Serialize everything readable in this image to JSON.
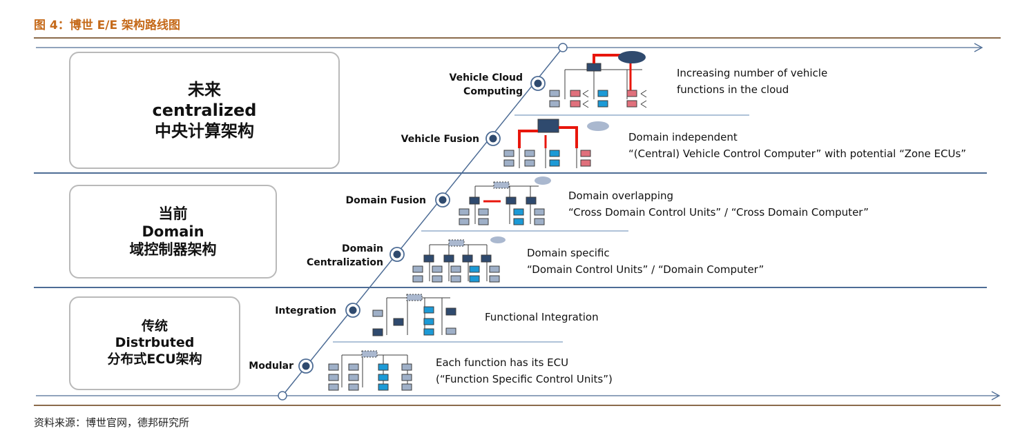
{
  "title": "图 4：博世 E/E 架构路线图",
  "source": "资料来源：博世官网，德邦研究所",
  "eras": [
    {
      "line1": "未来",
      "line2": "centralized",
      "line3": "中央计算架构"
    },
    {
      "line1": "当前",
      "line2": "Domain",
      "line3": "域控制器架构"
    },
    {
      "line1": "传统",
      "line2": "Distrbuted",
      "line3": "分布式ECU架构"
    }
  ],
  "stages": [
    {
      "label_lines": [
        "Vehicle Cloud",
        "Computing"
      ],
      "desc_lines": [
        "Increasing number of vehicle",
        "functions in the cloud"
      ]
    },
    {
      "label_lines": [
        "Vehicle Fusion"
      ],
      "desc_lines": [
        "Domain independent",
        "“(Central) Vehicle Control Computer” with potential “Zone ECUs”"
      ]
    },
    {
      "label_lines": [
        "Domain Fusion"
      ],
      "desc_lines": [
        "Domain overlapping",
        "“Cross Domain Control Units” / “Cross Domain Computer”"
      ]
    },
    {
      "label_lines": [
        "Domain",
        "Centralization"
      ],
      "desc_lines": [
        "Domain specific",
        "“Domain Control Units” / “Domain Computer”"
      ]
    },
    {
      "label_lines": [
        "Integration"
      ],
      "desc_lines": [
        "Functional Integration"
      ]
    },
    {
      "label_lines": [
        "Modular"
      ],
      "desc_lines": [
        "Each function has its ECU",
        "(“Function Specific Control Units”)"
      ]
    }
  ],
  "colors": {
    "title": "#c56a1a",
    "timeline": "#4d6c95",
    "node_fill": "#2f4a6e",
    "ecu_gray": "#9fb0c8",
    "ecu_blue": "#1c9ad6",
    "ecu_red": "#e0707c",
    "dark_unit": "#2f4a6e",
    "cloud": "#8a9fc0",
    "signal_red": "#e8160c"
  }
}
